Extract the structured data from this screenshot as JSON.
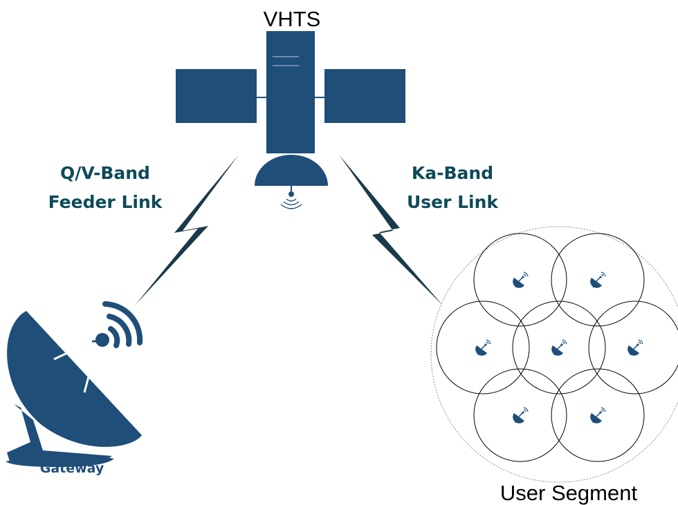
{
  "satellite": {
    "label": "VHTS"
  },
  "feeder_link": {
    "line1": "Q/V-Band",
    "line2": "Feeder Link"
  },
  "user_link": {
    "line1": "Ka-Band",
    "line2": "User Link"
  },
  "gateway": {
    "label": "Gateway"
  },
  "user_segment": {
    "label": "User Segment",
    "beam_count": 7
  },
  "colors": {
    "primary": "#1f4e79",
    "link_text": "#0e4a5a",
    "bolt": "#1a3a4a",
    "outline": "#000000"
  },
  "icons": {
    "satellite": "satellite-icon",
    "gateway": "satellite-dish-icon",
    "terminal": "user-terminal-dish-icon",
    "bolt": "lightning-bolt-icon"
  }
}
